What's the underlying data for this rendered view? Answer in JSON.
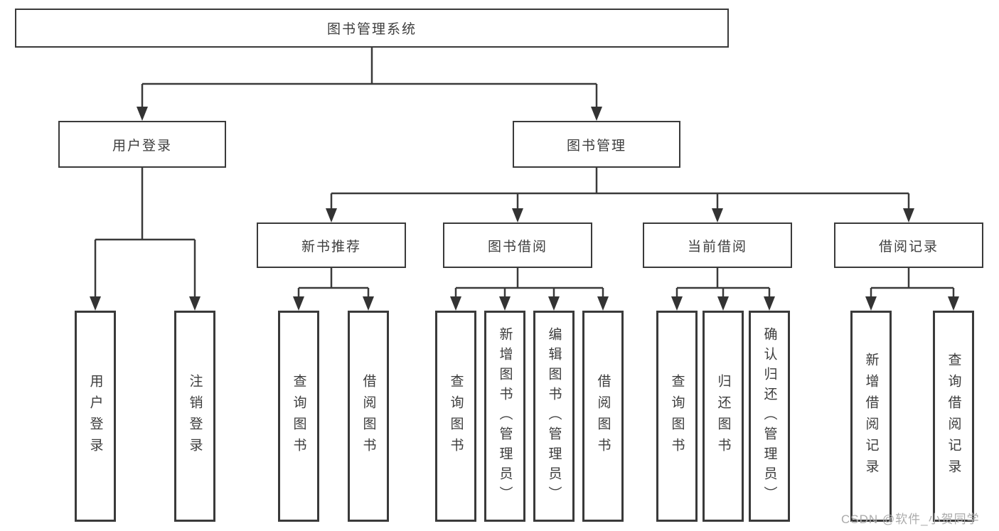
{
  "watermark": "CSDN @软件_小贺同学",
  "colors": {
    "line": "#3a3a3a",
    "text": "#3d3d3d",
    "background": "#ffffff",
    "watermark": "#ababab"
  },
  "tree": {
    "label": "图书管理系统",
    "children": [
      {
        "label": "用户登录",
        "children": [
          {
            "label": "用户登录"
          },
          {
            "label": "注销登录"
          }
        ]
      },
      {
        "label": "图书管理",
        "children": [
          {
            "label": "新书推荐",
            "children": [
              {
                "label": "查询图书"
              },
              {
                "label": "借阅图书"
              }
            ]
          },
          {
            "label": "图书借阅",
            "children": [
              {
                "label": "查询图书"
              },
              {
                "label": "新增图书（管理员）"
              },
              {
                "label": "编辑图书（管理员）"
              },
              {
                "label": "借阅图书"
              }
            ]
          },
          {
            "label": "当前借阅",
            "children": [
              {
                "label": "查询图书"
              },
              {
                "label": "归还图书"
              },
              {
                "label": "确认归还（管理员）"
              }
            ]
          },
          {
            "label": "借阅记录",
            "children": [
              {
                "label": "新增借阅记录"
              },
              {
                "label": "查询借阅记录"
              }
            ]
          }
        ]
      }
    ]
  }
}
